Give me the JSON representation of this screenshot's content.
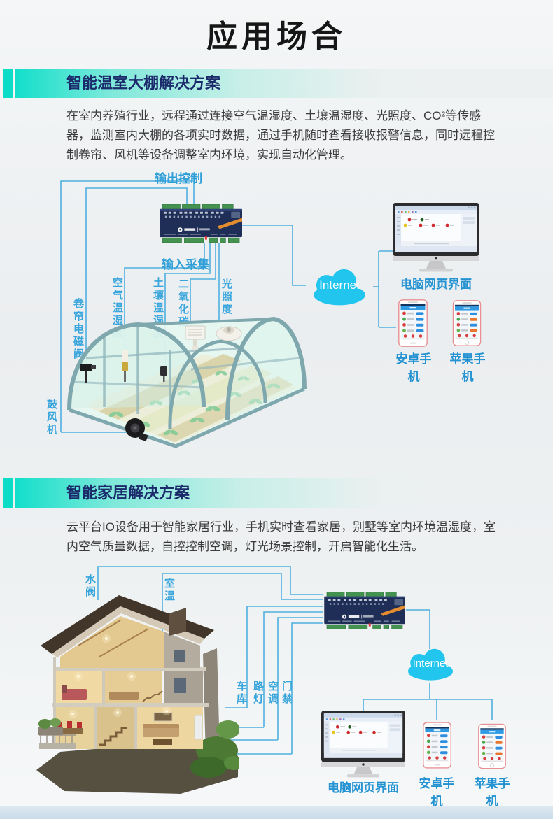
{
  "page": {
    "title": "应用场合"
  },
  "colors": {
    "accent_teal": "#0bdcc6",
    "header_text_blue": "#1b2a6b",
    "diagram_label_blue": "#2f9fd8",
    "connector_blue": "#4fb0e0",
    "cloud_cyan": "#22c5ee"
  },
  "section1": {
    "header": "智能温室大棚解决方案",
    "paragraph": "在室内养殖行业，远程通过连接空气温湿度、土壤温湿度、光照度、CO²等传感器，监测室内大棚的各项实时数据，通过手机随时查看接收报警信息，同时远程控制卷帘、风机等设备调整室内环境，实现自动化管理。",
    "labels": {
      "output_control": "输出控制",
      "input_collect": "输入采集",
      "air_temp_humidity": "空气温湿度",
      "soil_temp_humidity": "土壤温湿度",
      "co2": "二氧化碳",
      "illuminance": "光照度",
      "curtain_valve": "卷帘电磁阀",
      "blower": "鼓风机",
      "internet": "Internet",
      "pc_web": "电脑网页界面",
      "android_phone": "安卓手机",
      "apple_phone": "苹果手机"
    }
  },
  "section2": {
    "header": "智能家居解决方案",
    "paragraph": "云平台IO设备用于智能家居行业，手机实时查看家居，别墅等室内环境温湿度，室内空气质量数据，自控控制空调，灯光场景控制，开启智能化生活。",
    "labels": {
      "water_valve": "水阀",
      "room_temp": "室温",
      "garage": "车库",
      "street_lamp": "路灯",
      "air_conditioner": "空调",
      "door_access": "门禁",
      "internet": "Internet",
      "pc_web": "电脑网页界面",
      "android_phone": "安卓手机",
      "apple_phone": "苹果手机"
    }
  }
}
